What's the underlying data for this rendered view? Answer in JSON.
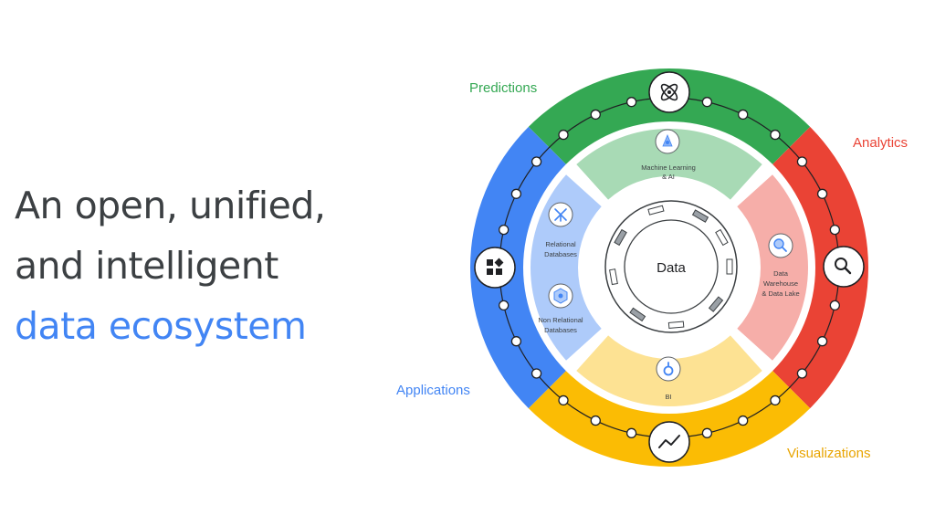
{
  "headline": {
    "line1": "An open, unified,",
    "line2": "and intelligent",
    "line3": "data ecosystem"
  },
  "outer_labels": {
    "predictions": "Predictions",
    "analytics": "Analytics",
    "applications": "Applications",
    "visualizations": "Visualizations"
  },
  "segments": {
    "ml": {
      "line1": "Machine Learning",
      "line2": "& AI"
    },
    "relational": {
      "line1": "Relational",
      "line2": "Databases"
    },
    "nonrelational": {
      "line1": "Non Relational",
      "line2": "Databases"
    },
    "warehouse": {
      "line1": "Data",
      "line2": "Warehouse",
      "line3": "& Data Lake"
    },
    "bi": {
      "line1": "BI"
    }
  },
  "center": {
    "label": "Data"
  },
  "colors": {
    "green": "#34a853",
    "red": "#ea4335",
    "blue": "#4285f4",
    "yellow": "#fbbc04",
    "green_light": "#a8dab5",
    "red_light": "#f6aea9",
    "blue_light": "#aecbfa",
    "yellow_light": "#fde293",
    "text_dark": "#3c4043"
  },
  "icons": {
    "predictions": "atom-icon",
    "analytics": "search-icon",
    "applications": "apps-grid-icon",
    "visualizations": "trend-line-icon",
    "ml": "ml-ai-icon",
    "relational": "relational-db-icon",
    "nonrelational": "nonrelational-db-icon",
    "warehouse": "warehouse-magnifier-icon",
    "bi": "bi-icon"
  }
}
